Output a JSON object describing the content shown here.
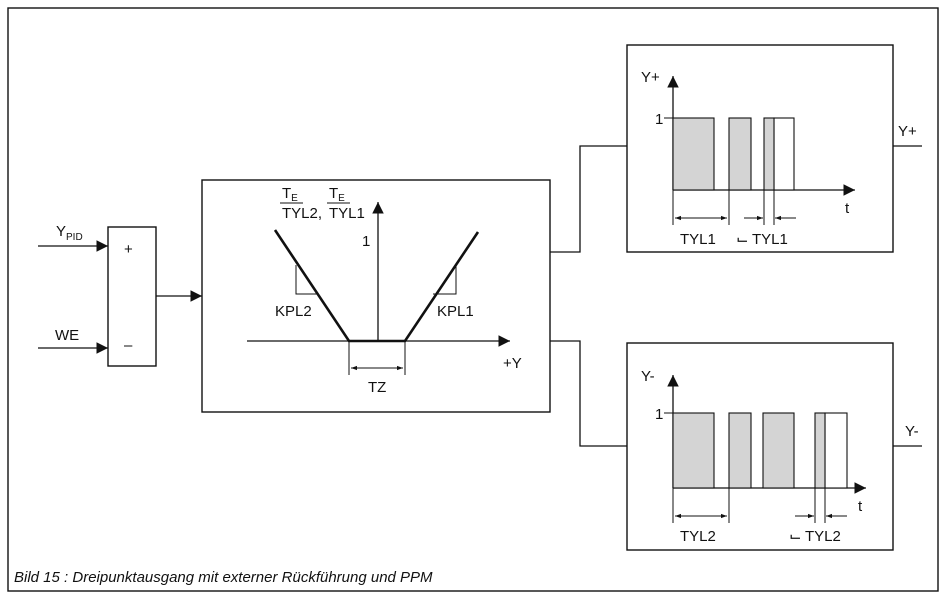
{
  "caption": "Bild 15 : Dreipunktausgang mit externer Rückführung und PPM",
  "inputs": {
    "ypid": "Y",
    "ypid_sub": "PID",
    "we": "WE"
  },
  "summer": {
    "plus": "+",
    "minus": "–"
  },
  "characteristic": {
    "te_left": "T",
    "te_left_sub": "E",
    "tyl_left": "TYL2,",
    "te_right": "T",
    "te_right_sub": "E",
    "tyl_right": "TYL1",
    "one": "1",
    "kpl2": "KPL2",
    "kpl1": "KPL1",
    "tz": "TZ",
    "x_axis": "+Y"
  },
  "upper": {
    "axis": "Y+",
    "one": "1",
    "t": "t",
    "period": "TYL1",
    "min_pulse": "TYL1",
    "min_pulse_mark": "⌙",
    "output": "Y+"
  },
  "lower": {
    "axis": "Y-",
    "one": "1",
    "t": "t",
    "period": "TYL2",
    "min_pulse": "TYL2",
    "min_pulse_mark": "⌙",
    "output": "Y-"
  }
}
